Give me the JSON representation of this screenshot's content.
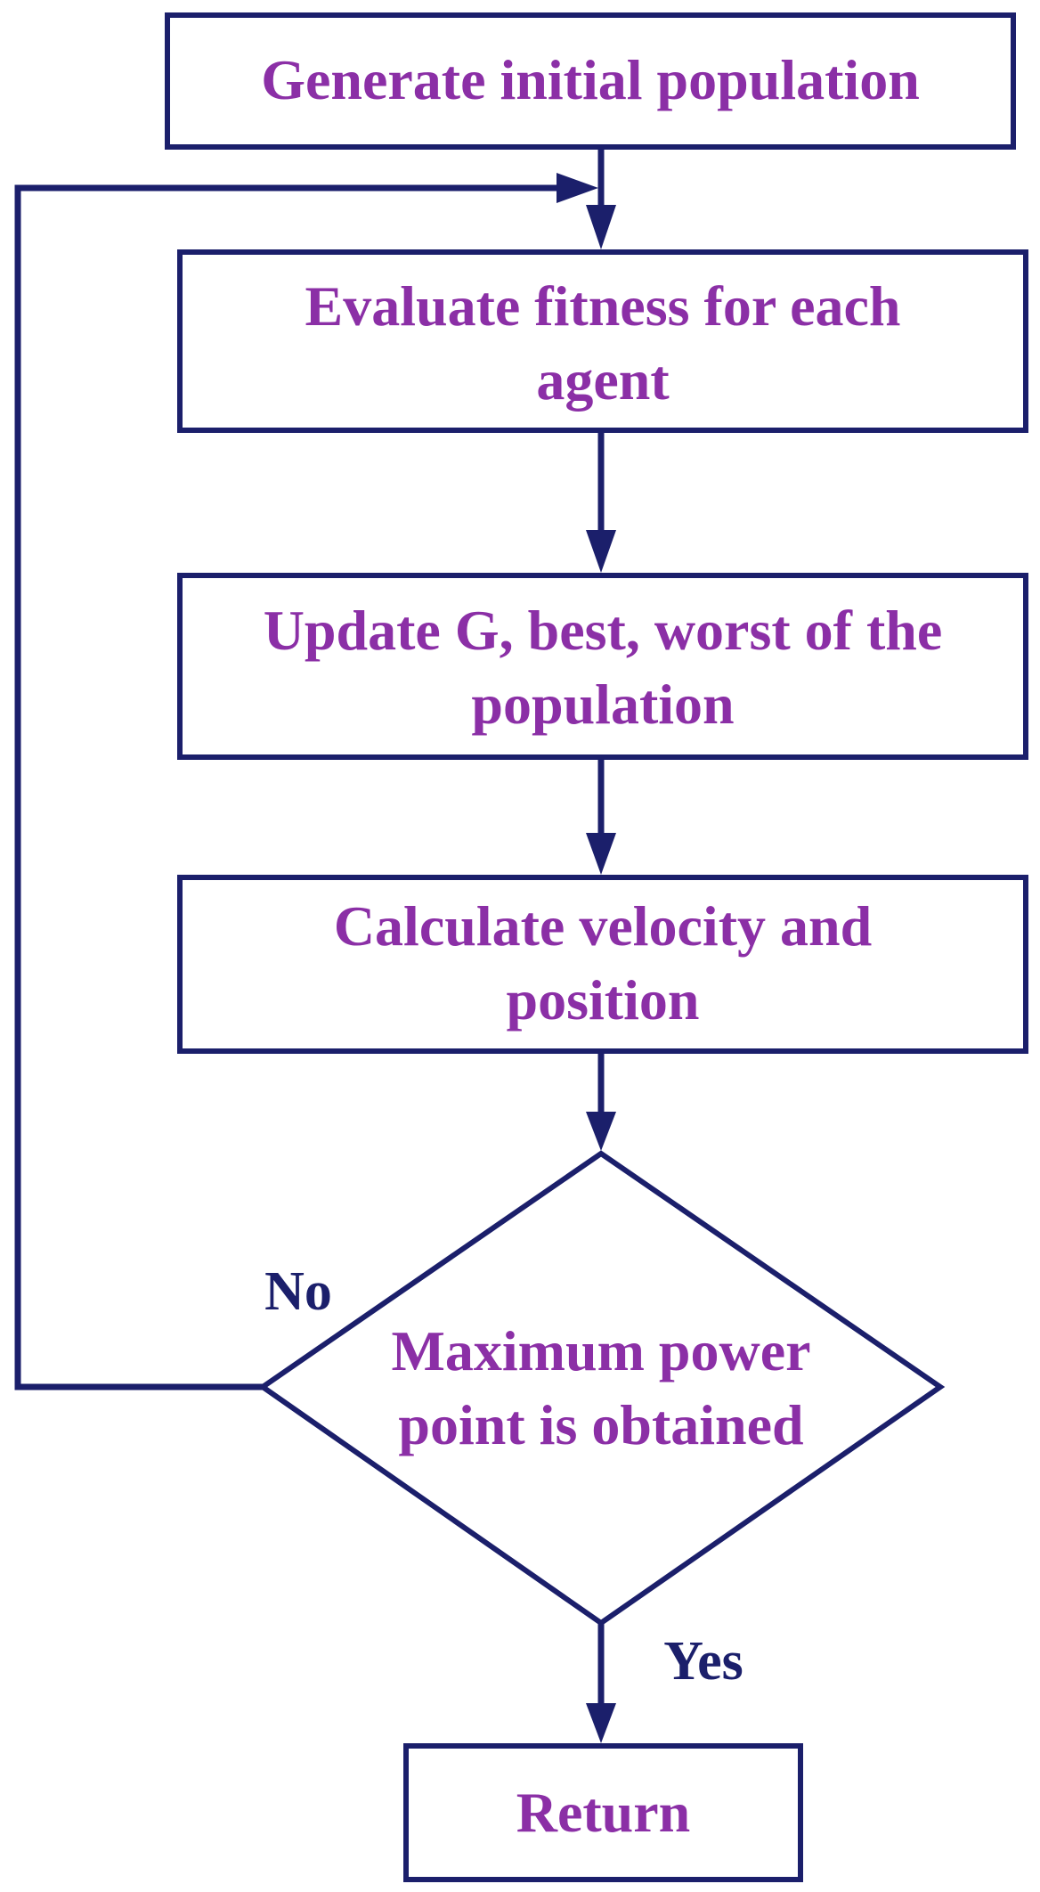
{
  "colors": {
    "stroke": "#1b1f6b",
    "text": "#8b2fa6",
    "label": "#1b1f6b"
  },
  "nodes": {
    "generate": {
      "text": "Generate initial population"
    },
    "evaluate": {
      "text": "Evaluate fitness for each agent"
    },
    "update": {
      "text": "Update G, best, worst of the population"
    },
    "calculate": {
      "text": "Calculate velocity and position"
    },
    "decision": {
      "text": "Maximum power point is obtained"
    },
    "return": {
      "text": "Return"
    }
  },
  "edges": {
    "no_label": "No",
    "yes_label": "Yes"
  }
}
